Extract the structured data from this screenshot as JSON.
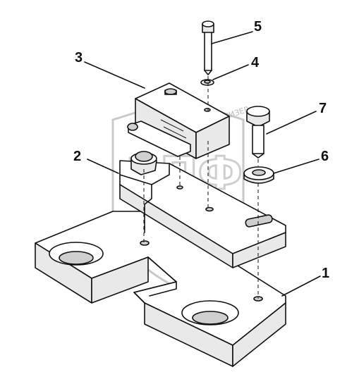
{
  "callouts": {
    "c1": "1",
    "c2": "2",
    "c3": "3",
    "c4": "4",
    "c5": "5",
    "c6": "6",
    "c7": "7"
  },
  "watermark": {
    "letters": "ЭПФ",
    "caption": "ЭЛЕКТРОЛИЗЕР"
  },
  "colors": {
    "line": "#111111",
    "watermark": "#c9c9c9",
    "background": "#ffffff"
  }
}
